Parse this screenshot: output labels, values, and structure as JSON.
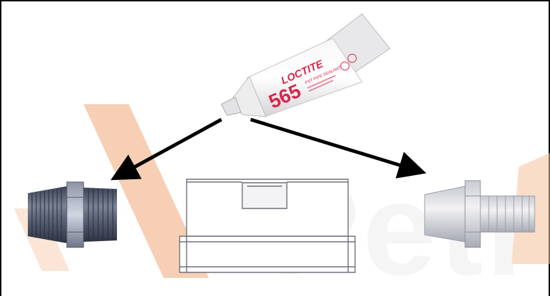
{
  "tube": {
    "brand": "LOCTITE",
    "product_number": "565",
    "product_line": "PST PIPE SEALANT",
    "brand_color": "#d9264a"
  },
  "watermark": {
    "text": "Petr",
    "color": "#f2b48e"
  },
  "parts": {
    "left_fitting": "threaded-nipple",
    "center_part": "manifold-block",
    "right_fitting": "hose-barb-fitting"
  }
}
